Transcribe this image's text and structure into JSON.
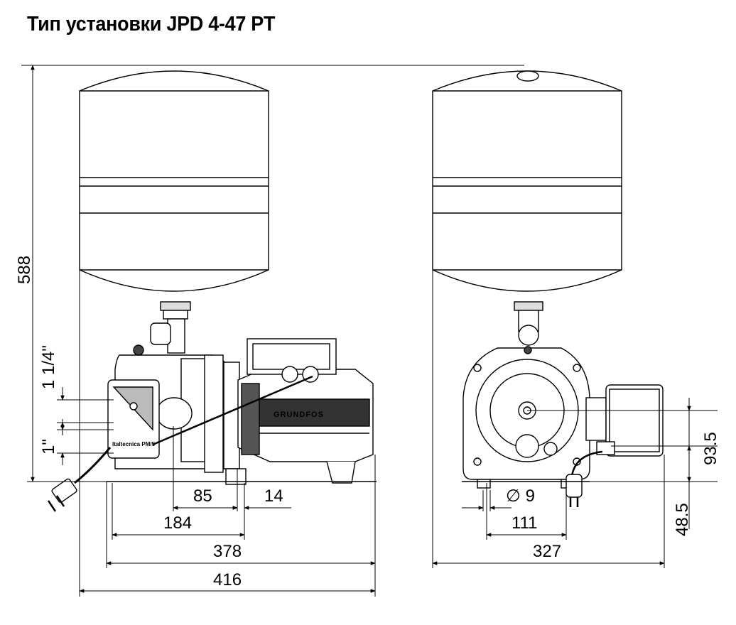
{
  "title": "Тип установки JPD 4-47 PT",
  "brand": "GRUNDFOS",
  "controller_label": "Italtecnica PM/5",
  "dimensions": {
    "total_height": "588",
    "inlet_size": "1 1/4\"",
    "outlet_size": "1\"",
    "d85": "85",
    "d14": "14",
    "d184": "184",
    "d378": "378",
    "d416": "416",
    "hole_dia": "∅ 9",
    "d111": "111",
    "d327": "327",
    "d93_5": "93.5",
    "d48_5": "48.5"
  },
  "colors": {
    "line": "#000000",
    "shade": "#d9d9d9",
    "dark": "#333333",
    "background": "#ffffff"
  }
}
